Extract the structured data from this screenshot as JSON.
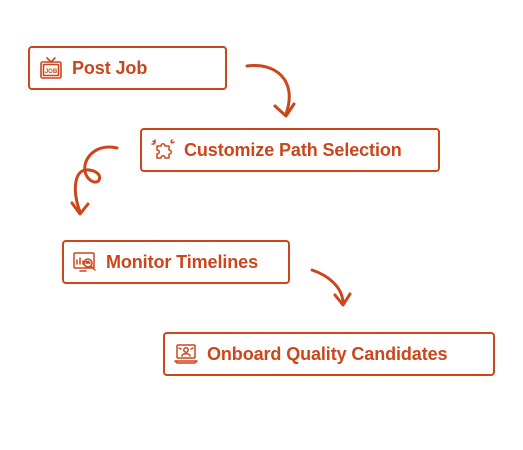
{
  "steps": [
    {
      "label": "Post Job",
      "icon": "job-sign-icon"
    },
    {
      "label": "Customize Path Selection",
      "icon": "puzzle-piece-icon"
    },
    {
      "label": "Monitor Timelines",
      "icon": "monitor-analytics-icon"
    },
    {
      "label": "Onboard Quality Candidates",
      "icon": "laptop-candidate-icon"
    }
  ],
  "colors": {
    "accent": "#c9471b",
    "background": "#ffffff"
  }
}
